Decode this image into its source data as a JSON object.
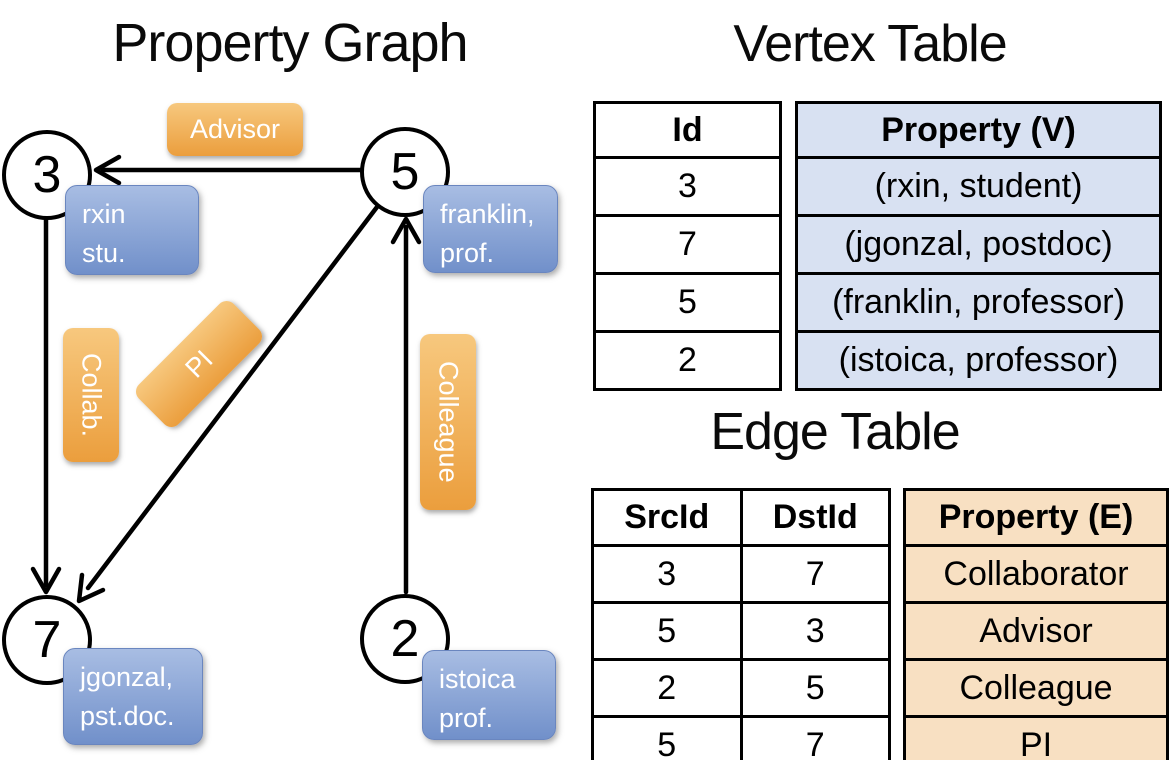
{
  "colors": {
    "edge_label_orange_top": "#f7c87e",
    "edge_label_orange_bottom": "#eb9e3d",
    "property_box_blue_top": "#a8bde3",
    "property_box_blue_bottom": "#7190ca",
    "vertex_property_column_bg": "#d8e1f2",
    "edge_property_column_bg": "#f8e0c2",
    "line_color": "#000000",
    "text_on_boxes": "#ffffff"
  },
  "graph": {
    "title": "Property Graph",
    "nodes": [
      {
        "id": "3",
        "line1": "rxin",
        "line2": "stu."
      },
      {
        "id": "5",
        "line1": "franklin,",
        "line2": "prof."
      },
      {
        "id": "7",
        "line1": "jgonzal,",
        "line2": "pst.doc."
      },
      {
        "id": "2",
        "line1": "istoica",
        "line2": "prof."
      }
    ],
    "edges": [
      {
        "label": "Advisor",
        "src": "5",
        "dst": "3"
      },
      {
        "label": "Collab.",
        "src": "3",
        "dst": "7"
      },
      {
        "label": "PI",
        "src": "5",
        "dst": "7"
      },
      {
        "label": "Colleague",
        "src": "2",
        "dst": "5"
      }
    ]
  },
  "vertex_table": {
    "title": "Vertex Table",
    "columns": [
      "Id",
      "Property (V)"
    ],
    "rows": [
      [
        "3",
        "(rxin, student)"
      ],
      [
        "7",
        "(jgonzal, postdoc)"
      ],
      [
        "5",
        "(franklin, professor)"
      ],
      [
        "2",
        "(istoica, professor)"
      ]
    ]
  },
  "edge_table": {
    "title": "Edge Table",
    "columns": [
      "SrcId",
      "DstId",
      "Property (E)"
    ],
    "rows": [
      [
        "3",
        "7",
        "Collaborator"
      ],
      [
        "5",
        "3",
        "Advisor"
      ],
      [
        "2",
        "5",
        "Colleague"
      ],
      [
        "5",
        "7",
        "PI"
      ]
    ]
  }
}
